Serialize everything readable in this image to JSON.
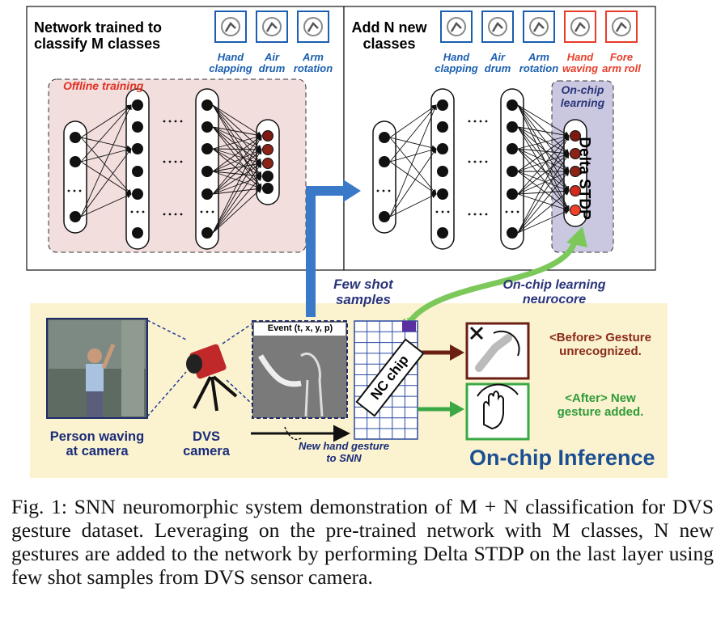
{
  "left_panel": {
    "title_line1": "Network trained to",
    "title_line2": "classify M classes",
    "offline_label": "Offline training",
    "gestures": [
      {
        "line1": "Hand",
        "line2": "clapping",
        "icon": "hand-clapping-icon"
      },
      {
        "line1": "Air",
        "line2": "drum",
        "icon": "air-drum-icon"
      },
      {
        "line1": "Arm",
        "line2": "rotation",
        "icon": "arm-rotation-icon"
      }
    ]
  },
  "right_panel": {
    "title_line1": "Add N new",
    "title_line2": "classes",
    "onchip_line1": "On-chip",
    "onchip_line2": "learning",
    "delta_label": "Delta STDP",
    "gestures": [
      {
        "line1": "Hand",
        "line2": "clapping",
        "icon": "hand-clapping-icon"
      },
      {
        "line1": "Air",
        "line2": "drum",
        "icon": "air-drum-icon"
      },
      {
        "line1": "Arm",
        "line2": "rotation",
        "icon": "arm-rotation-icon"
      },
      {
        "line1": "Hand",
        "line2": "waving",
        "icon": "hand-waving-icon"
      },
      {
        "line1": "Fore",
        "line2": "arm roll",
        "icon": "forearm-roll-icon"
      }
    ]
  },
  "bottom": {
    "few_shot_line1": "Few shot",
    "few_shot_line2": "samples",
    "neurocore_line1": "On-chip learning",
    "neurocore_line2": "neurocore",
    "event_label": "Event (t, x, y, p)",
    "person_line1": "Person waving",
    "person_line2": "at camera",
    "dvs_line1": "DVS",
    "dvs_line2": "camera",
    "new_gesture_line1": "New hand gesture",
    "new_gesture_line2": "to SNN",
    "nc_chip": "NC chip",
    "before_line1": "<Before> Gesture",
    "before_line2": "unrecognized.",
    "after_line1": "<After> New",
    "after_line2": "gesture added.",
    "inference": "On-chip Inference"
  },
  "caption": {
    "text": "Fig. 1: SNN neuromorphic system demonstration of M + N classification for DVS gesture dataset. Leveraging on the pre-trained network with M classes, N new gestures are added to the network by performing Delta STDP on the last layer using few shot samples from DVS sensor camera."
  },
  "colors": {
    "blue_arrow": "#3a78c8",
    "green_arrow": "#7cc85a",
    "bottom_bg": "#fbf3cf",
    "offline_bg": "#f3dede",
    "onchip_bg": "#c9c8e0",
    "dark_red": "#8a2a1a",
    "bright_red": "#e83c28",
    "green": "#3aa845"
  }
}
